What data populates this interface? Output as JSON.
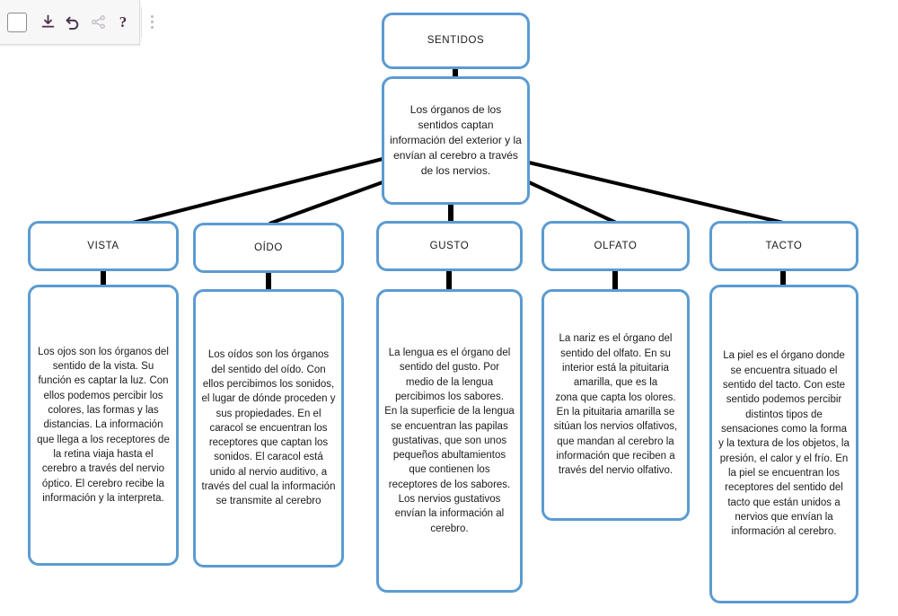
{
  "toolbar": {
    "checkbox_label": "select-all",
    "download_label": "Descargar",
    "undo_label": "Deshacer",
    "share_label": "Compartir",
    "help_label": "?",
    "more_label": "Más opciones"
  },
  "diagram": {
    "root": {
      "title": "SENTIDOS",
      "intro": "Los órganos de los sentidos captan información del exterior y la envían al cerebro a través de los nervios."
    },
    "branches": [
      {
        "id": "vista",
        "title": "VISTA",
        "description": "Los ojos son los órganos del sentido de la vista. Su función es captar la luz. Con ellos podemos percibir los colores, las formas y las distancias. La información que llega a los receptores de la retina viaja hasta el cerebro a través del nervio óptico. El cerebro recibe la información y la interpreta."
      },
      {
        "id": "oido",
        "title": "OÍDO",
        "description": "Los oídos son los órganos del sentido del oído. Con ellos percibimos los sonidos, el lugar de dónde proceden y sus propiedades. En el caracol se encuentran los receptores que captan los sonidos. El caracol está unido al nervio auditivo, a través del cual la información se transmite al cerebro"
      },
      {
        "id": "gusto",
        "title": "GUSTO",
        "description": "La lengua es el órgano del sentido del gusto. Por medio de la lengua percibimos los sabores.\nEn la superficie de la lengua se encuentran las papilas gustativas, que son unos pequeños abultamientos que contienen los receptores de los sabores. Los nervios gustativos envían la información al cerebro."
      },
      {
        "id": "olfato",
        "title": "OLFATO",
        "description": "La nariz es el órgano del sentido del olfato. En su interior está la pituitaria amarilla, que es la\nzona que capta los olores. En la pituitaria amarilla se sitúan los nervios olfativos, que mandan al cerebro la información que reciben a través del nervio olfativo."
      },
      {
        "id": "tacto",
        "title": "TACTO",
        "description": "La piel es el órgano donde se encuentra situado el sentido del tacto. Con este sentido podemos percibir distintos tipos de sensaciones como la forma y la textura de los objetos, la presión, el calor y el frío. En la piel se encuentran los receptores del sentido del tacto que están unidos a nervios que envían la información al cerebro."
      }
    ]
  },
  "colors": {
    "node_border": "#5b9bd1",
    "node_fill": "#ffffff",
    "connector": "#000000",
    "toolbar_bg": "#f7f7f7",
    "icon": "#4a2f4a",
    "text": "#1a1a1a"
  }
}
